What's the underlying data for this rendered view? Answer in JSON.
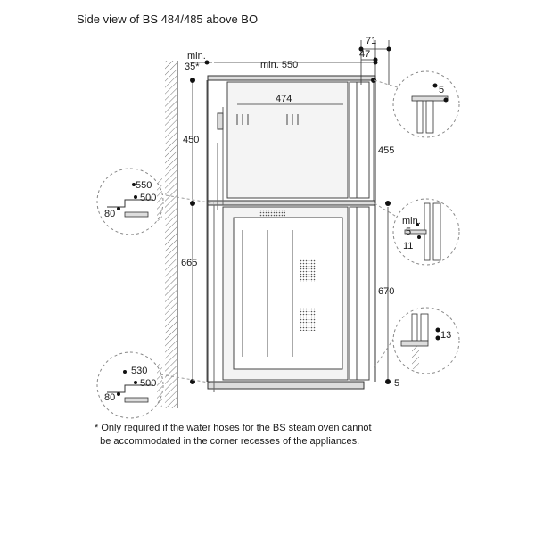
{
  "title": "Side view of BS 484/485 above BO",
  "dimensions": {
    "d71": "71",
    "d47": "47",
    "min_label": "min.",
    "d35": "35*",
    "min550": "min. 550",
    "d474": "474",
    "d450": "450",
    "d455": "455",
    "d665": "665",
    "d670": "670",
    "d5_bottom": "5"
  },
  "details": {
    "top_left": {
      "d550": "550",
      "d500": "500",
      "d80": "80"
    },
    "bottom_left": {
      "d530": "530",
      "d500": "500",
      "d80": "80"
    },
    "top_right": {
      "d5": "5"
    },
    "mid_right": {
      "min_label": "min.",
      "d5": "5",
      "d11": "11"
    },
    "low_right": {
      "d13": "13"
    }
  },
  "footnote": {
    "line1": "* Only required if the water hoses for the BS steam oven cannot",
    "line2": "  be accommodated in the corner recesses of the appliances."
  }
}
